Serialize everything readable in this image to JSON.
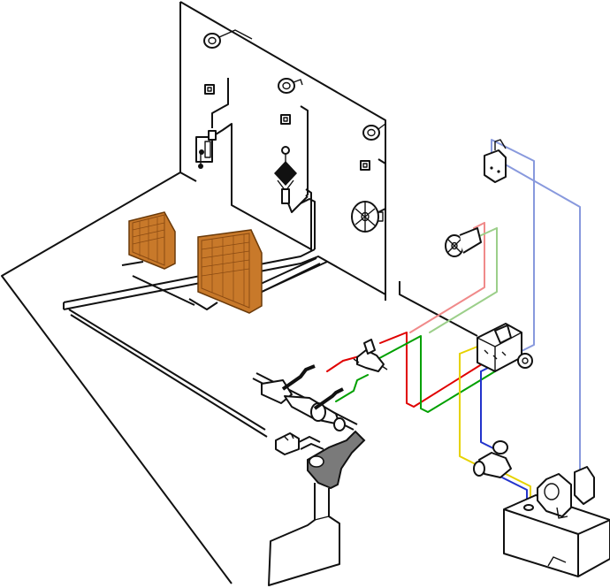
{
  "diagram": {
    "components": [
      {
        "id": "gauge-1",
        "kind": "panel-gauge"
      },
      {
        "id": "gauge-2",
        "kind": "panel-gauge"
      },
      {
        "id": "gauge-3",
        "kind": "panel-gauge"
      },
      {
        "id": "lever-control",
        "kind": "control-lever"
      },
      {
        "id": "joystick-control",
        "kind": "joystick"
      },
      {
        "id": "steering-wheel",
        "kind": "helm-wheel"
      },
      {
        "id": "control-module-small",
        "kind": "electronic-unit"
      },
      {
        "id": "control-module-large",
        "kind": "electronic-unit"
      },
      {
        "id": "feedback-sensor",
        "kind": "sensor"
      },
      {
        "id": "linear-actuator",
        "kind": "hydraulic-cylinder"
      },
      {
        "id": "proportional-valve",
        "kind": "valve"
      },
      {
        "id": "solenoid-valve",
        "kind": "valve"
      },
      {
        "id": "connector-box",
        "kind": "junction"
      },
      {
        "id": "distribution-block",
        "kind": "valve-block"
      },
      {
        "id": "flow-valve",
        "kind": "valve"
      },
      {
        "id": "power-unit",
        "kind": "pump-tank"
      },
      {
        "id": "rudder",
        "kind": "rudder"
      }
    ],
    "wire_colors": {
      "black": "#111111",
      "red": "#e00000",
      "green": "#00a000",
      "light_red": "#f08a8a",
      "light_green": "#9ccf8a",
      "blue": "#2233cc",
      "light_blue": "#8899dd",
      "yellow": "#e6d200",
      "module_fill": "#c8792a",
      "module_dark": "#8a4a12"
    }
  }
}
